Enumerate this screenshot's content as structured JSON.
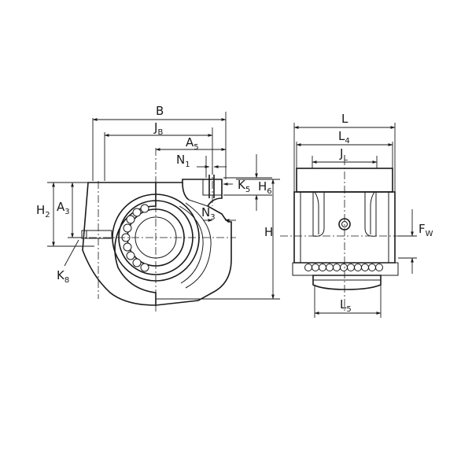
{
  "labels": {
    "B": {
      "main": "B",
      "sub": ""
    },
    "JB": {
      "main": "J",
      "sub": "B"
    },
    "A5": {
      "main": "A",
      "sub": "5"
    },
    "N1": {
      "main": "N",
      "sub": "1"
    },
    "K5": {
      "main": "K",
      "sub": "5"
    },
    "H6": {
      "main": "H",
      "sub": "6"
    },
    "N3": {
      "main": "N",
      "sub": "3"
    },
    "H2": {
      "main": "H",
      "sub": "2"
    },
    "A3": {
      "main": "A",
      "sub": "3"
    },
    "K8": {
      "main": "K",
      "sub": "8"
    },
    "H": {
      "main": "H",
      "sub": ""
    },
    "L": {
      "main": "L",
      "sub": ""
    },
    "L4": {
      "main": "L",
      "sub": "4"
    },
    "JL": {
      "main": "J",
      "sub": "L"
    },
    "FW": {
      "main": "F",
      "sub": "W"
    },
    "L5": {
      "main": "L",
      "sub": "5"
    }
  }
}
